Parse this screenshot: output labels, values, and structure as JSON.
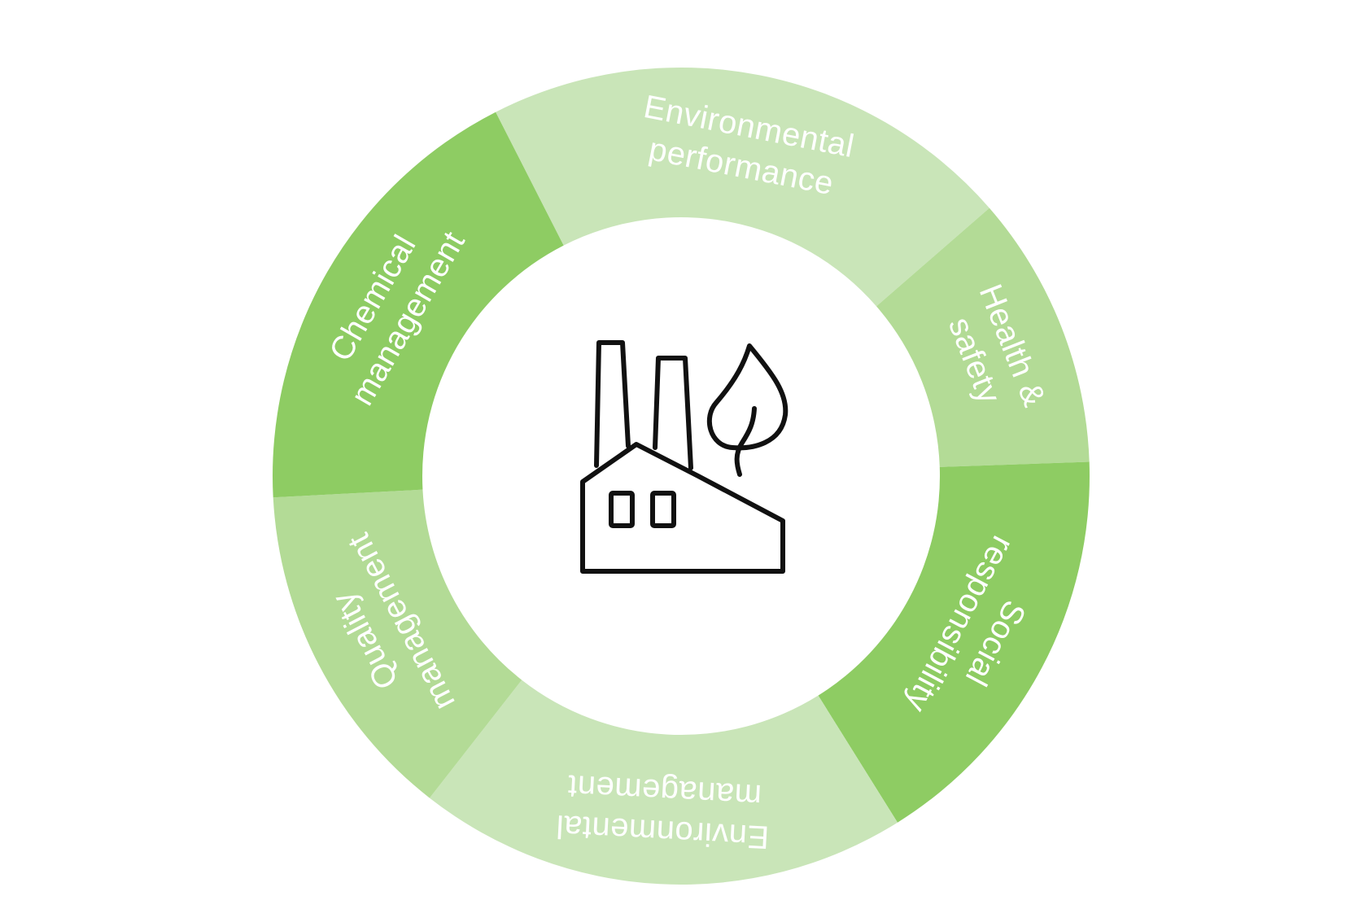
{
  "colors": {
    "background": "#ffffff",
    "label_text": "#ffffff",
    "icon_stroke": "#111111"
  },
  "center_icon": "factory-with-leaf-icon",
  "segments": [
    {
      "id": "environmental-performance",
      "lines": [
        "Environmental",
        "performance"
      ],
      "color": "#c9e5b8"
    },
    {
      "id": "health-safety",
      "lines": [
        "Health &",
        "safety"
      ],
      "color": "#b3db96"
    },
    {
      "id": "social-responsibility",
      "lines": [
        "Social",
        "responsibility"
      ],
      "color": "#8ecc63"
    },
    {
      "id": "environmental-management",
      "lines": [
        "Environmental",
        "management"
      ],
      "color": "#c9e5b8"
    },
    {
      "id": "quality-management",
      "lines": [
        "Quality",
        "management"
      ],
      "color": "#b3db96"
    },
    {
      "id": "chemical-management",
      "lines": [
        "Chemical",
        "management"
      ],
      "color": "#8ecc63"
    }
  ]
}
